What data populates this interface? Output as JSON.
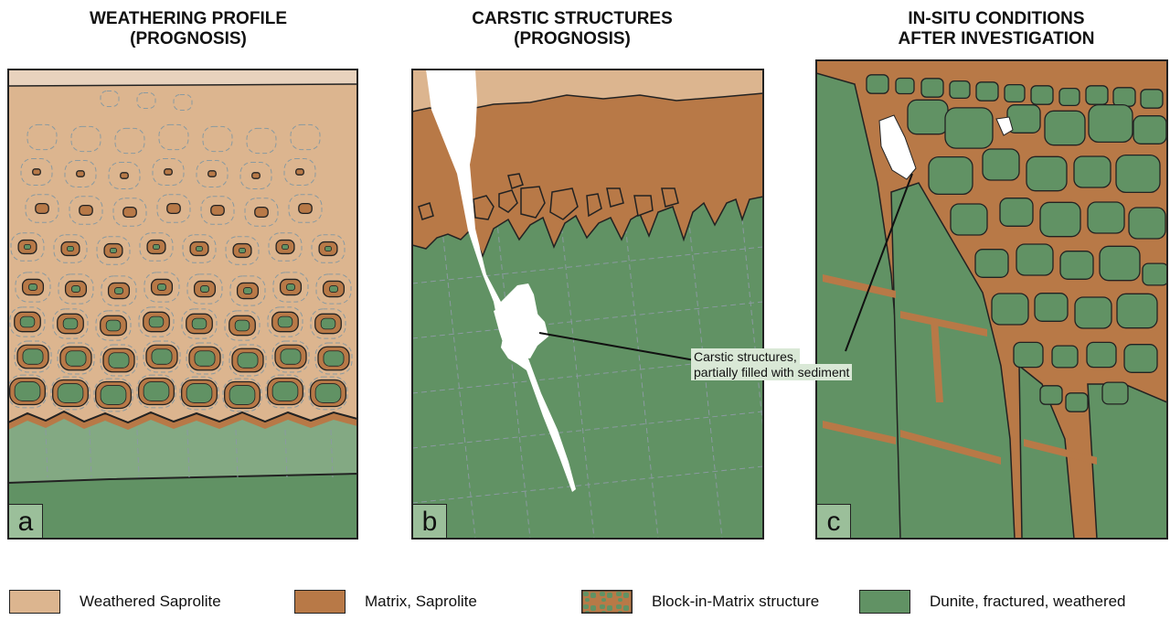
{
  "panels": [
    {
      "title": "WEATHERING PROFILE\n(PROGNOSIS)",
      "letter": "a"
    },
    {
      "title": "CARSTIC STRUCTURES\n(PROGNOSIS)",
      "letter": "b"
    },
    {
      "title": "IN-SITU CONDITIONS\nAFTER INVESTIGATION",
      "letter": "c"
    }
  ],
  "callout": {
    "line1": "Carstic structures,",
    "line2": "partially filled with sediment"
  },
  "legend": [
    {
      "label": "Weathered Saprolite",
      "color": "#dcb58f"
    },
    {
      "label": "Matrix, Saprolite",
      "color": "#b87947"
    },
    {
      "label": "Block-in-Matrix structure",
      "color": "#b87947"
    },
    {
      "label": "Dunite, fractured, weathered",
      "color": "#619264"
    }
  ],
  "colors": {
    "saprolite_light": "#dcb58f",
    "saprolite_top": "#e8d2bd",
    "matrix": "#b87947",
    "dunite": "#619264",
    "dunite_light": "#83a983",
    "white": "#ffffff"
  }
}
